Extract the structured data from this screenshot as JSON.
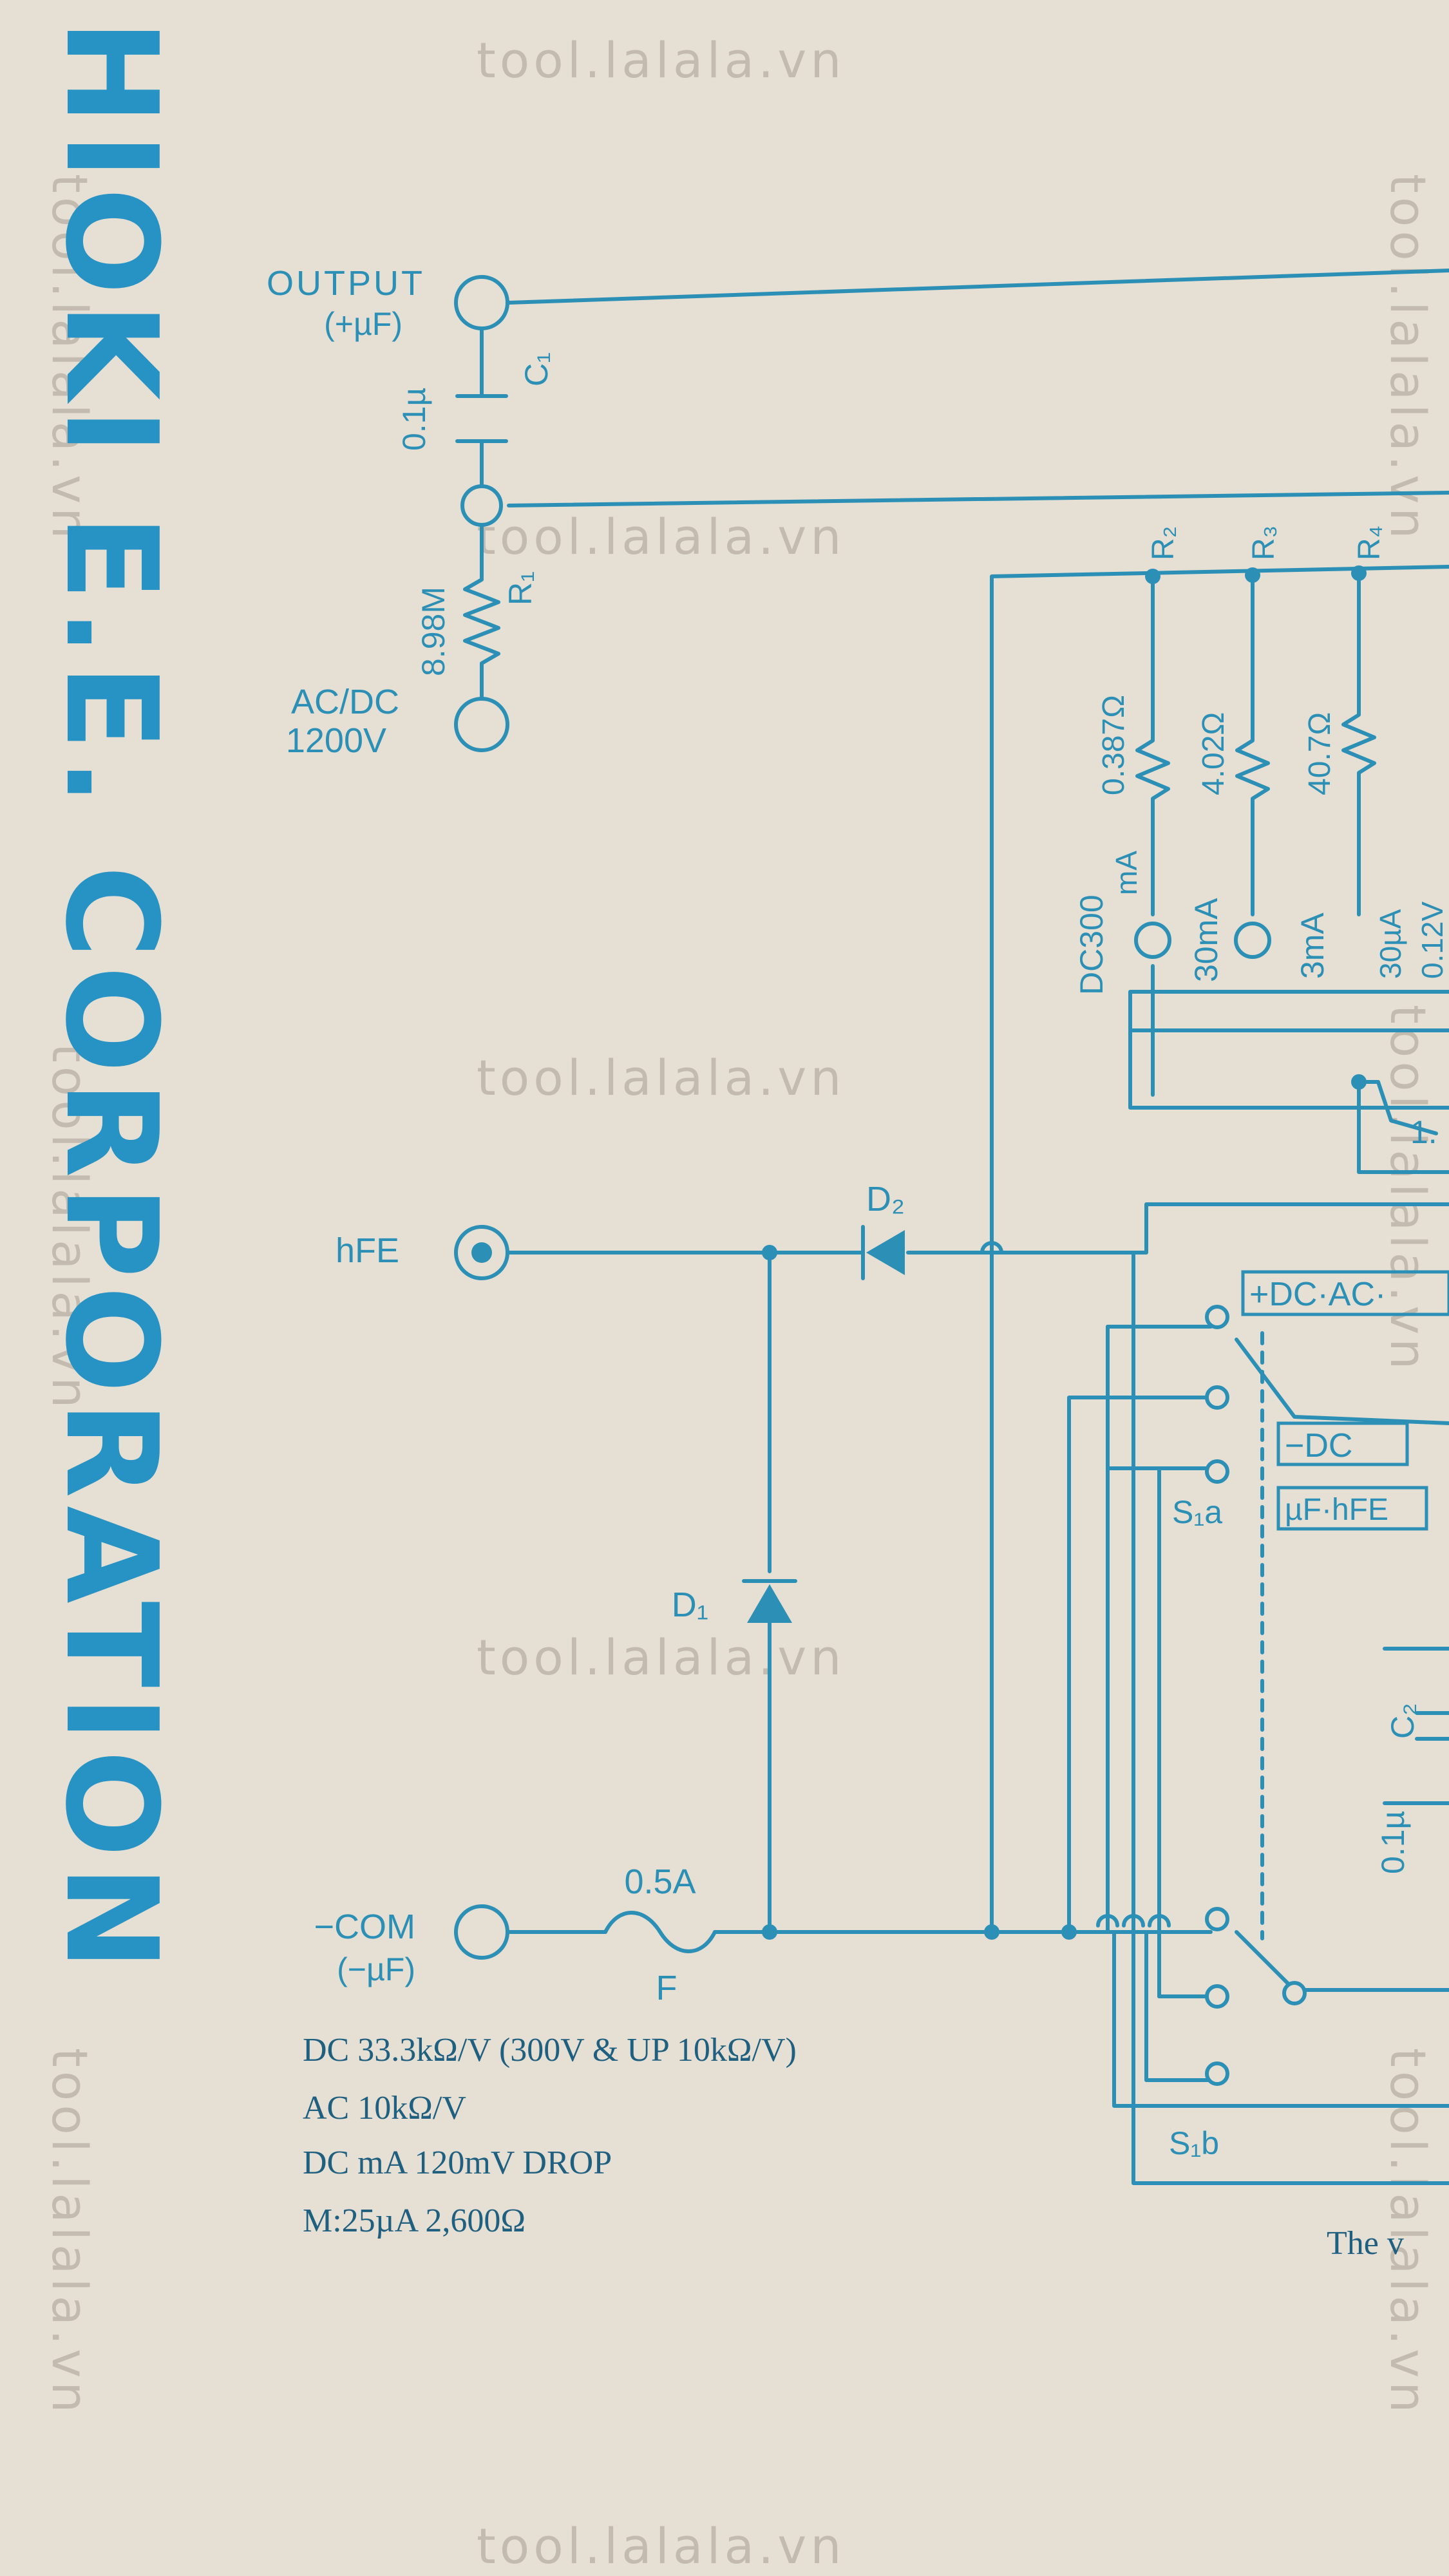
{
  "brand": {
    "logo_text": "HIOKI E.E. CORPORATION",
    "watermark": "tool.lalala.vn"
  },
  "terminals": {
    "output": {
      "label": "OUTPUT",
      "sub": "(+µF)"
    },
    "acdc": {
      "label": "AC/DC",
      "sub": "1200V"
    },
    "hfe": {
      "label": "hFE"
    },
    "com": {
      "label": "−COM",
      "sub": "(−µF)"
    }
  },
  "components": {
    "c1": {
      "name": "C₁",
      "value": "0.1µ"
    },
    "r1": {
      "name": "R₁",
      "value": "8.98M"
    },
    "r2": {
      "name": "R₂",
      "value": "0.387Ω"
    },
    "r3": {
      "name": "R₃",
      "value": "4.02Ω"
    },
    "r4": {
      "name": "R₄",
      "value": "40.7Ω"
    },
    "d1": {
      "name": "D₁"
    },
    "d2": {
      "name": "D₂"
    },
    "fuse": {
      "name": "F",
      "value": "0.5A"
    },
    "c2": {
      "name": "C₂",
      "value": "0.1µ"
    }
  },
  "ranges": {
    "dc300": "DC300",
    "dc300_unit": "mA",
    "r30ma": "30mA",
    "r3ma": "3mA",
    "r30ua": "30µA",
    "r012v": "0.12V"
  },
  "switch": {
    "s1a": "S₁a",
    "s1b": "S₁b",
    "mode_dcac": "+DC·AC·",
    "mode_dc": "−DC",
    "mode_ufhfe": "µF·hFE"
  },
  "partial": {
    "one_label": "1.",
    "footer_text": "The v"
  },
  "specs": [
    "DC 33.3kΩ/V (300V & UP 10kΩ/V)",
    "AC 10kΩ/V",
    "DC mA  120mV DROP",
    "M:25µA 2,600Ω"
  ]
}
